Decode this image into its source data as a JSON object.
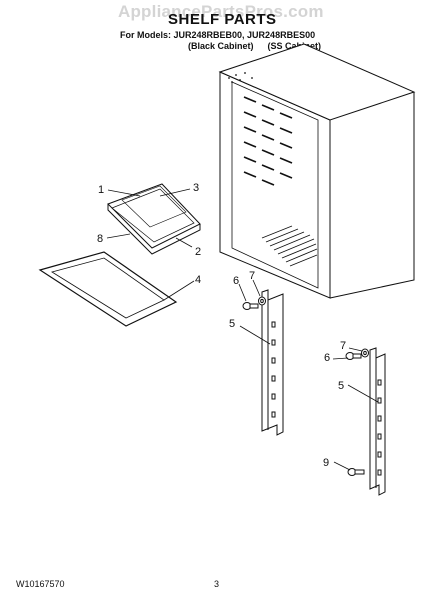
{
  "watermark": "AppliancePartsPros.com",
  "title": "SHELF PARTS",
  "models": {
    "prefix": "For Models:",
    "list": "JUR248RBEB00, JUR248RBES00",
    "black": "(Black Cabinet)",
    "ss": "(SS Cabinet)"
  },
  "callouts": {
    "c1": "1",
    "c2": "2",
    "c3": "3",
    "c4": "4",
    "c5a": "5",
    "c5b": "5",
    "c6a": "6",
    "c6b": "6",
    "c7a": "7",
    "c7b": "7",
    "c8": "8",
    "c9": "9"
  },
  "footer": {
    "doc_number": "W10167570",
    "page_number": "3"
  }
}
